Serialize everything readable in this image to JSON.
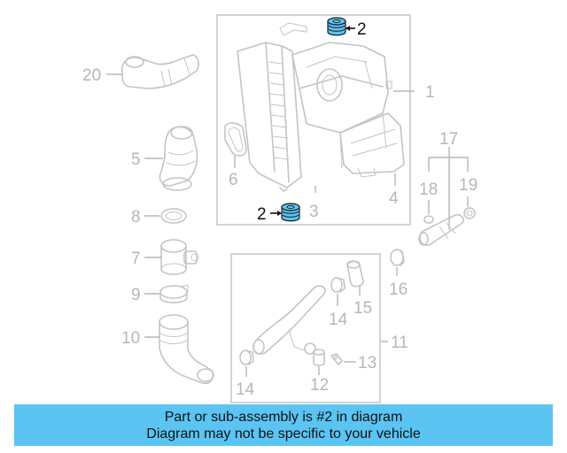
{
  "callouts": {
    "c1": "1",
    "c2a": "2",
    "c2b": "2",
    "c3": "3",
    "c4": "4",
    "c5": "5",
    "c6": "6",
    "c8": "8",
    "c7": "7",
    "c9": "9",
    "c10": "10",
    "c11": "11",
    "c12": "12",
    "c13": "13",
    "c14a": "14",
    "c14b": "14",
    "c15": "15",
    "c16": "16",
    "c17": "17",
    "c18": "18",
    "c19": "19",
    "c20": "20"
  },
  "highlight_part": "2",
  "colors": {
    "highlight_fill": "#5bc4f3",
    "banner_bg": "#5bc4f3",
    "line_art": "#c4c4c4",
    "muted_label": "#b7b7b7",
    "active_label": "#111111"
  },
  "banner": {
    "line1": "Part or sub-assembly is #2 in diagram",
    "line2": "Diagram may not be specific to your vehicle"
  }
}
